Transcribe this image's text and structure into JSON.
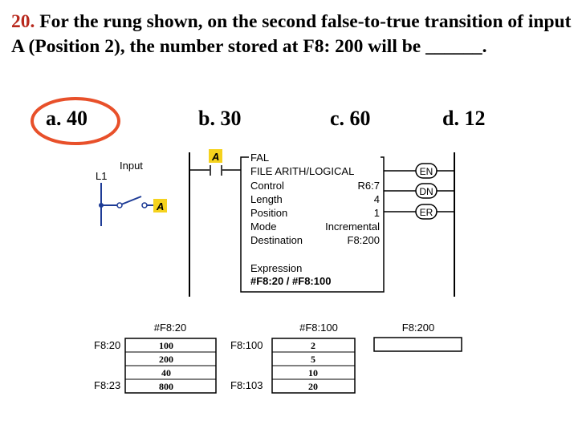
{
  "question": {
    "number": "20.",
    "text": "For the rung shown, on the second false-to-true transition of input A (Position 2), the number stored at F8: 200 will be ______."
  },
  "answers": [
    {
      "label": "a. 40",
      "circled": true
    },
    {
      "label": "b. 30",
      "circled": false
    },
    {
      "label": "c. 60",
      "circled": false
    },
    {
      "label": "d. 12",
      "circled": false
    }
  ],
  "colors": {
    "question_number": "#b8291d",
    "circle": "#e8502a",
    "highlight": "#f5d21d"
  },
  "diagram": {
    "rail_label": "L1",
    "input_label": "Input",
    "input_tag": "A",
    "contact_tag": "A",
    "block": {
      "type": "FAL",
      "name": "FILE ARITH/LOGICAL",
      "rows": [
        {
          "label": "Control",
          "value": "R6:7"
        },
        {
          "label": "Length",
          "value": "4"
        },
        {
          "label": "Position",
          "value": "1"
        },
        {
          "label": "Mode",
          "value": "Incremental"
        },
        {
          "label": "Destination",
          "value": "F8:200"
        }
      ],
      "expression_label": "Expression",
      "expression": "#F8:20 / #F8:100"
    },
    "outputs": [
      "EN",
      "DN",
      "ER"
    ]
  },
  "files": {
    "file1": {
      "header": "#F8:20",
      "start_label": "F8:20",
      "end_label": "F8:23",
      "values": [
        "100",
        "200",
        "40",
        "800"
      ]
    },
    "file2": {
      "header": "#F8:100",
      "start_label": "F8:100",
      "end_label": "F8:103",
      "values": [
        "2",
        "5",
        "10",
        "20"
      ]
    },
    "dest": {
      "header": "F8:200",
      "value": ""
    }
  }
}
